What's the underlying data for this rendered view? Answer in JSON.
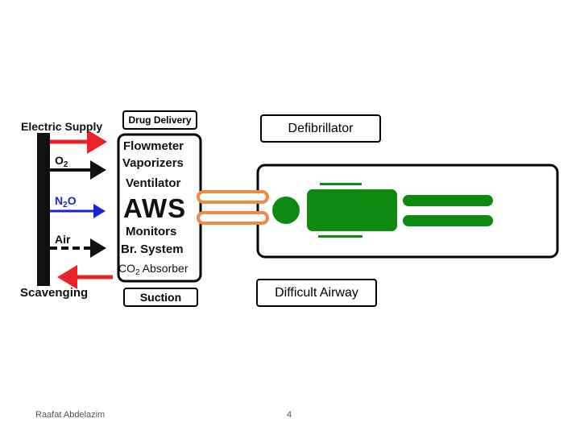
{
  "supply": {
    "electric_supply": "Electric Supply",
    "o2": "O",
    "o2_sub": "2",
    "n2o_a": "N",
    "n2o_sub": "2",
    "n2o_b": "O",
    "air": "Air",
    "scavenging": "Scavenging"
  },
  "aws": {
    "drug_delivery": "Drug Delivery",
    "flowmeter": "Flowmeter",
    "vaporizers": "Vaporizers",
    "ventilator": "Ventilator",
    "title": "AWS",
    "monitors": "Monitors",
    "br_system": "Br. System",
    "co2_a": "CO",
    "co2_sub": "2",
    "co2_b": " Absorber",
    "suction": "Suction"
  },
  "patient": {
    "defibrillator": "Defibrillator",
    "difficult_airway": "Difficult Airway"
  },
  "footer": {
    "author": "Raafat Abdelazim",
    "page_number": "4"
  },
  "colors": {
    "red_arrow": "#e8232a",
    "blue_arrow": "#1a22d6",
    "tube": "#f08a4b",
    "patient_green": "#0e8a12"
  }
}
